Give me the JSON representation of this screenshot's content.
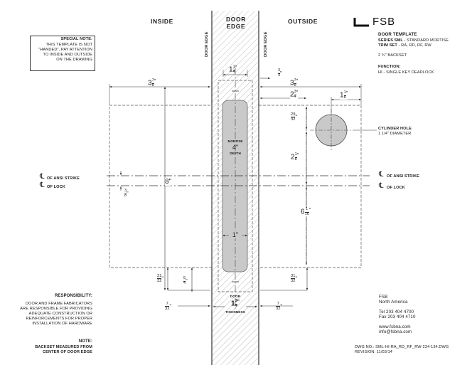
{
  "headers": {
    "inside": "INSIDE",
    "door_edge": "DOOR EDGE",
    "outside": "OUTSIDE",
    "door_edge_vertical": "DOOR EDGE"
  },
  "special_note": {
    "title": "SPECIAL NOTE:",
    "lines": [
      "THIS TEMPLATE IS NOT",
      "\"HANDED\", PAY ATTENTION",
      "TO INSIDE AND OUTSIDE",
      "ON THE DRAWING"
    ]
  },
  "brand": {
    "logo_text": "FSB"
  },
  "template_info": {
    "title": "DOOR TEMPLATE",
    "series_label": "SERIES SML",
    "series_value": " - STANDARD MORTISE",
    "trim_label": "TRIM SET",
    "trim_value": " - RA, RD, RF, RW",
    "backset": "2 ¾\" BACKSET",
    "function_label": "FUNCTION:",
    "function_value": "HI - SINGLE KEY DEADLOCK"
  },
  "cylinder": {
    "title": "CYLINDER HOLE",
    "diameter": "1 1/4\" DIAMETER"
  },
  "centerlines": {
    "strike_left": "OF ANSI STRIKE",
    "lock_left": "OF LOCK",
    "strike_right": "OF ANSI STRIKE",
    "lock_right": "OF LOCK",
    "symbol": "℄"
  },
  "mortise": {
    "label": "MORTISE",
    "depth_value": "4\"",
    "depth_label": "DEPTH",
    "width": "1\""
  },
  "dimensions": {
    "top_width": {
      "whole": "1",
      "num": "1",
      "den": "4"
    },
    "left_3_7_8": {
      "whole": "3",
      "num": "7",
      "den": "8"
    },
    "right_3_7_8": {
      "whole": "3",
      "num": "7",
      "den": "8"
    },
    "right_3_4": {
      "num": "3",
      "den": "4"
    },
    "right_2_3_4": {
      "whole": "2",
      "num": "3",
      "den": "4"
    },
    "right_1_1_8": {
      "whole": "1",
      "num": "1",
      "den": "8"
    },
    "v_29_32": {
      "num": "29",
      "den": "32"
    },
    "v_2_1_8": {
      "whole": "2",
      "num": "1",
      "den": "8"
    },
    "v_6_1_16": {
      "whole": "6",
      "num": "1",
      "den": "16"
    },
    "left_8": "8\"",
    "left_3_8": {
      "num": "3",
      "den": "8"
    },
    "left_31_32": {
      "num": "31",
      "den": "32"
    },
    "left_5_4": {
      "num": "5",
      "den": "4"
    },
    "left_7_32": {
      "num": "7",
      "den": "32"
    },
    "right_31_32": {
      "num": "31",
      "den": "32"
    },
    "right_7_32": {
      "num": "7",
      "den": "32"
    },
    "door_label": "DOOR",
    "thickness": {
      "whole": "1",
      "num": "3",
      "den": "4"
    },
    "thickness_label": "THICKNESS"
  },
  "responsibility": {
    "title": "RESPONSIBILITY:",
    "lines": [
      "DOOR AND FRAME FABRICATORS",
      "ARE RESPONSIBLE FOR PROVIDING",
      "ADEQUATE CONSTRUCTION OR",
      "REINFORCEMENTS FOR PROPER",
      "INSTALLATION OF HARDWARE"
    ]
  },
  "note": {
    "title": "NOTE:",
    "lines": [
      "BACKSET MEASURED FROM",
      "CENTER OF DOOR EDGE"
    ]
  },
  "company": {
    "name": "FSB",
    "region": "North America",
    "tel": "Tel 203 404 4700",
    "fax": "Fax 203 404 4710",
    "web": "www.fsbna.com",
    "email": "info@fsbna.com",
    "dwg": "DWG NO.: SML-HI-RA_RD_RF_RW-234-134.DWG",
    "revision": "REVISION: 11/03/14"
  }
}
